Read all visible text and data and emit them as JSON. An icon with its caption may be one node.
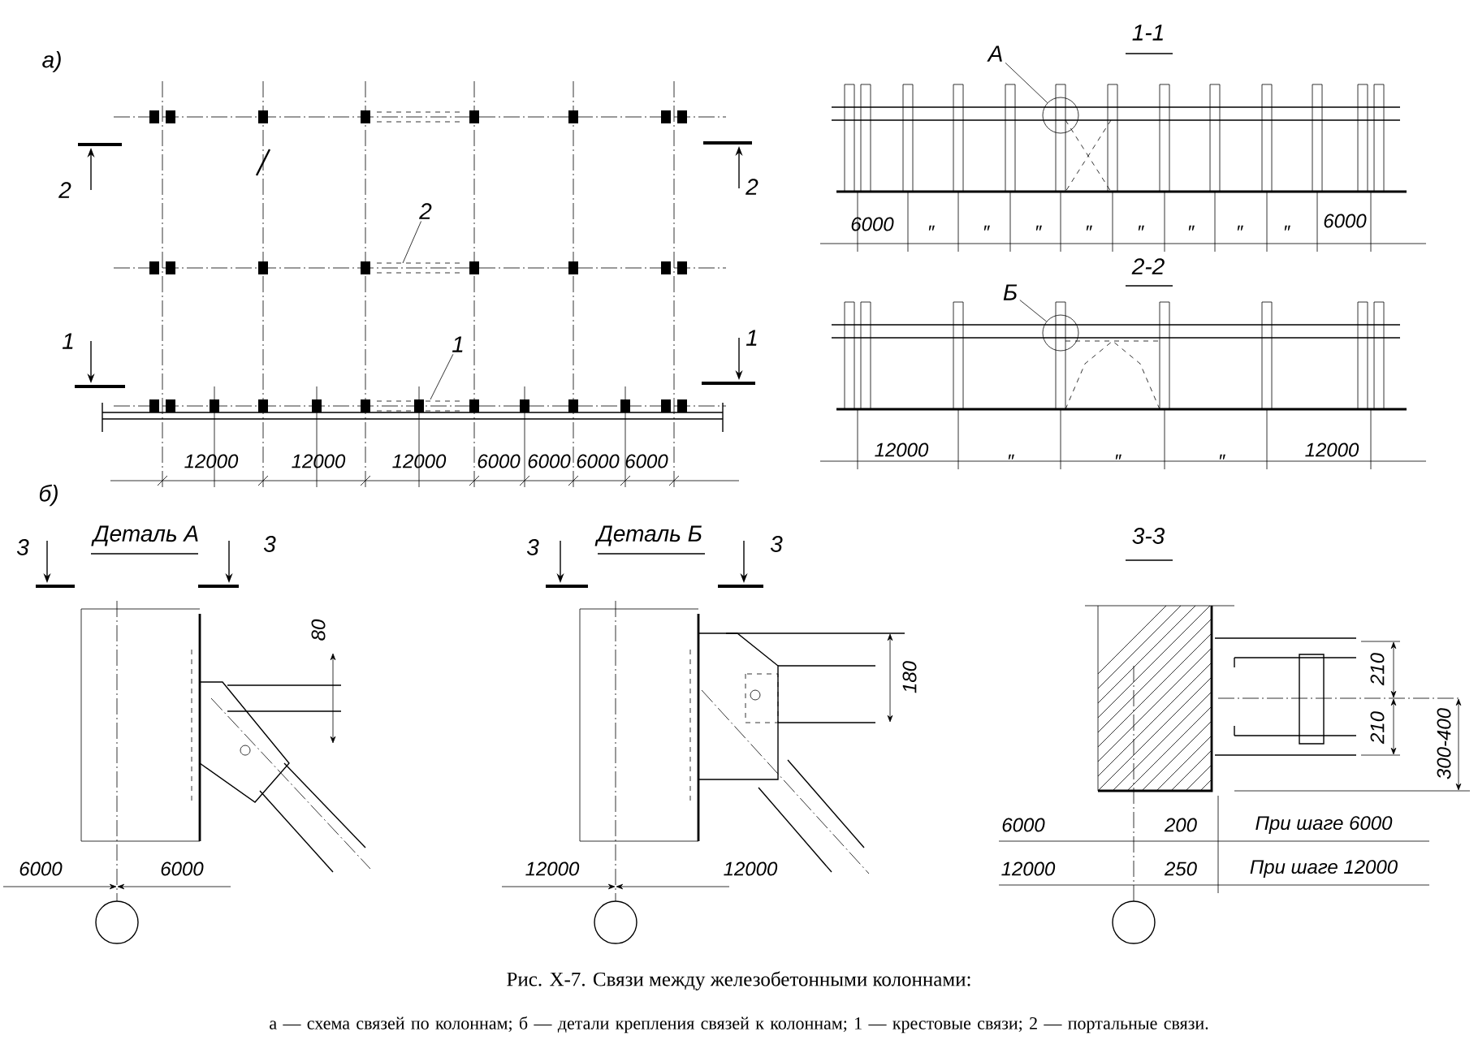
{
  "diagram": {
    "title": "Рис. X-7. Связи между железобетонными колоннами:",
    "caption": "а — схема связей по колоннам; б — детали крепления связей к колоннам; 1 — крестовые связи; 2 — портальные связи.",
    "nodes": [
      {
        "text": [
          "А"
        ]
      },
      {
        "text": [],
        "shape": "circle"
      },
      {
        "text": [
          "Б"
        ]
      },
      {
        "text": [],
        "shape": "circle"
      },
      {
        "text": [
          "2"
        ]
      },
      {
        "text": [
          "1"
        ]
      },
      {
        "text": [],
        "shape": "circle"
      },
      {
        "text": [],
        "shape": "circle"
      },
      {
        "text": [],
        "shape": "circle"
      }
    ],
    "edges": [
      {
        "from": 0,
        "to": 1,
        "arrow": "none"
      },
      {
        "from": 2,
        "to": 3,
        "arrow": "none"
      },
      {
        "from": 4,
        "to": null,
        "arrow": "none"
      },
      {
        "from": 5,
        "to": null,
        "arrow": "none"
      }
    ],
    "labels": [
      "а)",
      "2",
      "2",
      "1",
      "1",
      "12000",
      "12000",
      "12000",
      "6000",
      "6000",
      "6000",
      "6000",
      "1-1",
      "6000",
      "″",
      "″",
      "″",
      "″",
      "″",
      "″",
      "″",
      "″",
      "6000",
      "2-2",
      "12000",
      "″",
      "″",
      "″",
      "12000",
      "б)",
      "3",
      "Деталь А",
      "3",
      "80",
      "6000",
      "6000",
      "3",
      "Деталь Б",
      "3",
      "180",
      "12000",
      "12000",
      "3-3",
      "210",
      "210",
      "300-400",
      "6000",
      "200",
      "При шаге 6000",
      "12000",
      "250",
      "При шаге 12000"
    ]
  }
}
